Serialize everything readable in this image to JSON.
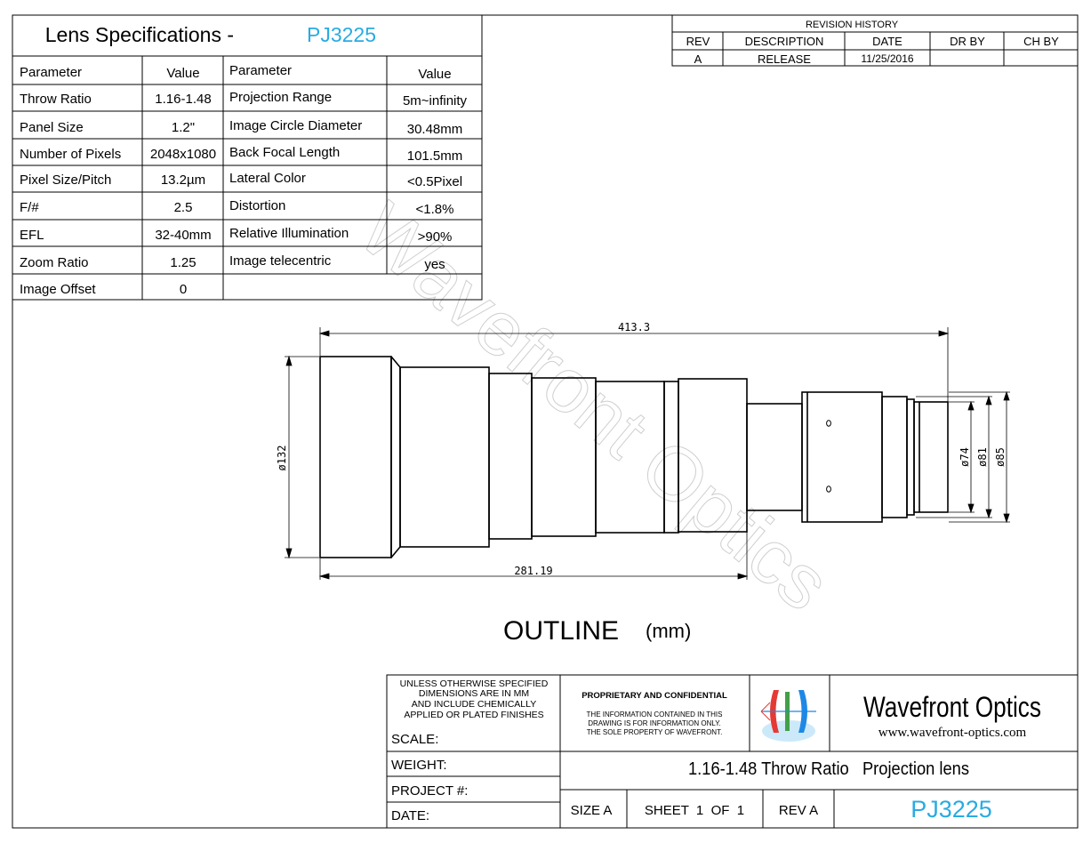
{
  "spec": {
    "title": "Lens Specifications - ",
    "model": "PJ3225",
    "headers": [
      "Parameter",
      "Value",
      "Parameter",
      "Value"
    ],
    "rows": [
      [
        "Throw Ratio",
        "1.16-1.48",
        "Projection Range",
        "5m~infinity"
      ],
      [
        "Panel Size",
        "1.2\"",
        "Image Circle Diameter",
        "30.48mm"
      ],
      [
        "Number of Pixels",
        "2048x1080",
        "Back Focal Length",
        "101.5mm"
      ],
      [
        "Pixel Size/Pitch",
        "13.2µm",
        "Lateral Color",
        "<0.5Pixel"
      ],
      [
        "F/#",
        "2.5",
        "Distortion",
        "<1.8%"
      ],
      [
        "EFL",
        "32-40mm",
        "Relative Illumination",
        ">90%"
      ],
      [
        "Zoom Ratio",
        "1.25",
        "Image telecentric",
        "yes"
      ],
      [
        "Image Offset",
        "0",
        "",
        ""
      ]
    ]
  },
  "revision": {
    "title": "REVISION HISTORY",
    "headers": [
      "REV",
      "DESCRIPTION",
      "DATE",
      "DR BY",
      "CH BY"
    ],
    "rows": [
      [
        "A",
        "RELEASE",
        "11/25/2016",
        "",
        ""
      ]
    ]
  },
  "drawing": {
    "dim_length": "413.3",
    "dim_body": "281.19",
    "dim_front": "ø132",
    "dim_d74": "ø74",
    "dim_d81": "ø81",
    "dim_d85": "ø85",
    "outline": "OUTLINE",
    "unit": "(mm)",
    "watermark": "Wavefront Optics"
  },
  "titleblock": {
    "note": [
      "UNLESS OTHERWISE SPECIFIED",
      "DIMENSIONS ARE IN MM",
      "AND INCLUDE CHEMICALLY",
      "APPLIED OR PLATED FINISHES"
    ],
    "scale": "SCALE:",
    "weight": "WEIGHT:",
    "project": "PROJECT #:",
    "date": "DATE:",
    "prop_title": "PROPRIETARY AND CONFIDENTIAL",
    "prop_text": [
      "THE INFORMATION CONTAINED IN THIS",
      "DRAWING IS FOR INFORMATION ONLY.",
      "THE SOLE PROPERTY OF WAVEFRONT."
    ],
    "company": "Wavefront Optics",
    "website": "www.wavefront-optics.com",
    "description": "1.16-1.48 Throw Ratio   Projection lens",
    "size": "SIZE A",
    "sheet": "SHEET  1  OF  1",
    "rev": "REV A",
    "part": "PJ3225"
  },
  "colors": {
    "accent": "#29abe2",
    "logo_red": "#e53935",
    "logo_green": "#43a047",
    "logo_blue": "#1e88e5",
    "logo_bg": "#bfe3f7"
  }
}
